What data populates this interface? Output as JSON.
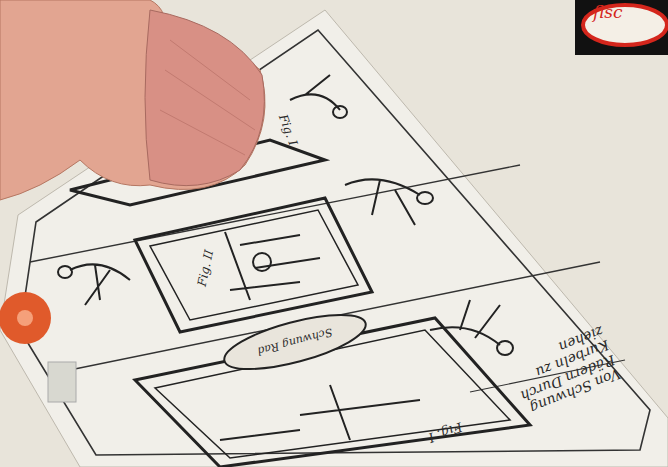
{
  "diagram": {
    "nodes": [
      {
        "text": [
          "Schwung Rad"
        ]
      }
    ],
    "labels": [
      "Von Schwung Rädern Durch Kurbeln zu ziehen",
      "Fig. I",
      "Fig. II",
      "Fig. I",
      "fisc"
    ]
  }
}
